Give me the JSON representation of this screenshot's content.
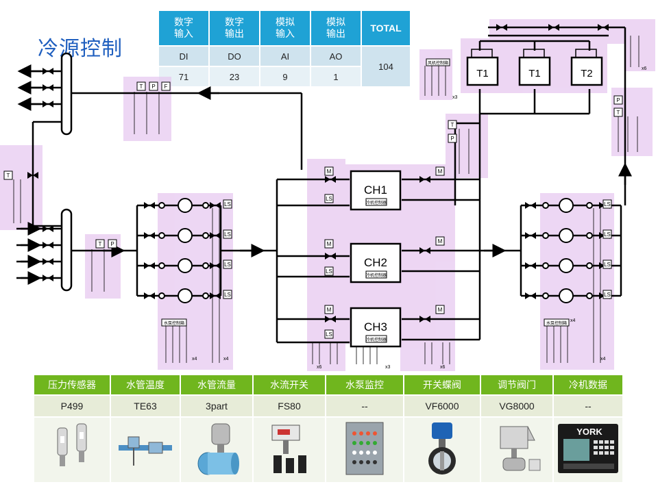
{
  "page": {
    "title": "冷源控制"
  },
  "io_table": {
    "headers": [
      {
        "line1": "数字",
        "line2": "输入"
      },
      {
        "line1": "数字",
        "line2": "输出"
      },
      {
        "line1": "模拟",
        "line2": "输入"
      },
      {
        "line1": "模拟",
        "line2": "输出"
      }
    ],
    "total_header": "TOTAL",
    "row1": [
      "DI",
      "DO",
      "AI",
      "AO"
    ],
    "row2": [
      "71",
      "23",
      "9",
      "1"
    ],
    "total_value": "104"
  },
  "diagram": {
    "chillers": [
      "CH1",
      "CH2",
      "CH3"
    ],
    "chiller_panel": "冷机控制器",
    "towers": [
      "T1",
      "T1",
      "T2"
    ],
    "tower_panel": "风机控制箱",
    "pump_panel": "水泵控制箱",
    "tags": {
      "temp": "T",
      "press": "P",
      "flow": "F",
      "level_switch": "LS",
      "motor": "M"
    },
    "multipliers": {
      "x3": "x3",
      "x4": "x4",
      "x6": "x6"
    }
  },
  "equipment_table": {
    "columns": [
      {
        "name": "压力传感器",
        "model": "P499",
        "photo": "pressure-sensor-photo"
      },
      {
        "name": "水管温度",
        "model": "TE63",
        "photo": "pipe-temperature-sensor-photo"
      },
      {
        "name": "水管流量",
        "model": "3part",
        "photo": "flow-meter-photo"
      },
      {
        "name": "水流开关",
        "model": "FS80",
        "photo": "flow-switch-photo"
      },
      {
        "name": "水泵监控",
        "model": "--",
        "photo": "pump-control-cabinet-photo"
      },
      {
        "name": "开关蝶阀",
        "model": "VF6000",
        "photo": "butterfly-valve-photo"
      },
      {
        "name": "调节阀门",
        "model": "VG8000",
        "photo": "control-valve-photo"
      },
      {
        "name": "冷机数据",
        "model": "--",
        "photo": "york-chiller-panel-photo"
      }
    ],
    "york_logo": "YORK"
  },
  "colors": {
    "title": "#1f5fbf",
    "io_header": "#1fa2d5",
    "equipment_header": "#70b61e",
    "highlight": "#e6c6ef"
  }
}
